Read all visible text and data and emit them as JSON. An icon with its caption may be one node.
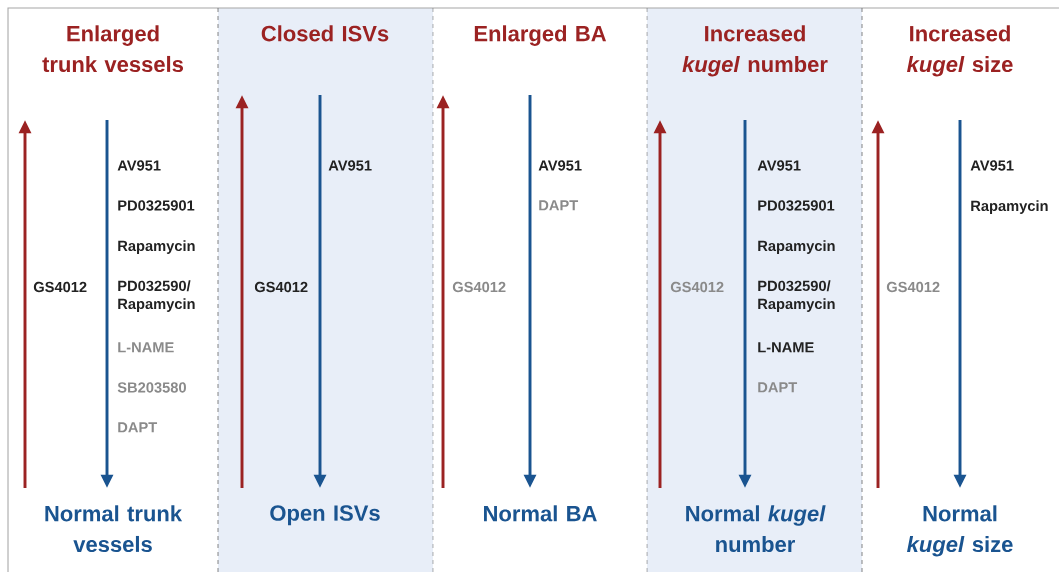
{
  "diagram": {
    "nodes": [
      {
        "text": [
          "Enlarged trunk vessels"
        ]
      },
      {
        "text": [
          "Closed ISVs"
        ]
      },
      {
        "text": [
          "Enlarged BA"
        ]
      },
      {
        "text": [
          "Increased *kugel* number"
        ]
      },
      {
        "text": [
          "Increased *kugel* size"
        ]
      },
      {
        "text": [
          "Normal trunk vessels"
        ]
      },
      {
        "text": [
          "Open ISVs"
        ]
      },
      {
        "text": [
          "Normal BA"
        ]
      },
      {
        "text": [
          "Normal *kugel* number"
        ]
      },
      {
        "text": [
          "Normal *kugel* size"
        ]
      }
    ],
    "edges": [
      {
        "from": 5,
        "to": 0,
        "arrow": "to",
        "label": "GS4012",
        "color": "#9b2222"
      },
      {
        "from": 0,
        "to": 5,
        "arrow": "to",
        "color": "#1a5490"
      },
      {
        "from": 6,
        "to": 1,
        "arrow": "to",
        "label": "GS4012",
        "color": "#9b2222"
      },
      {
        "from": 1,
        "to": 6,
        "arrow": "to",
        "color": "#1a5490"
      },
      {
        "from": 7,
        "to": 2,
        "arrow": "to",
        "label": "GS4012",
        "color": "#9b2222"
      },
      {
        "from": 2,
        "to": 7,
        "arrow": "to",
        "color": "#1a5490"
      },
      {
        "from": 8,
        "to": 3,
        "arrow": "to",
        "label": "GS4012",
        "color": "#9b2222"
      },
      {
        "from": 3,
        "to": 8,
        "arrow": "to",
        "color": "#1a5490"
      },
      {
        "from": 9,
        "to": 4,
        "arrow": "to",
        "label": "GS4012",
        "color": "#9b2222"
      },
      {
        "from": 4,
        "to": 9,
        "arrow": "to",
        "color": "#1a5490"
      }
    ],
    "labels": [
      "AV951",
      "PD0325901",
      "Rapamycin",
      "PD032590/ Rapamycin",
      "L-NAME",
      "SB203580",
      "DAPT",
      "AV951",
      "AV951",
      "DAPT",
      "AV951",
      "PD0325901",
      "Rapamycin",
      "PD032590/ Rapamycin",
      "L-NAME",
      "DAPT",
      "AV951",
      "Rapamycin"
    ]
  }
}
